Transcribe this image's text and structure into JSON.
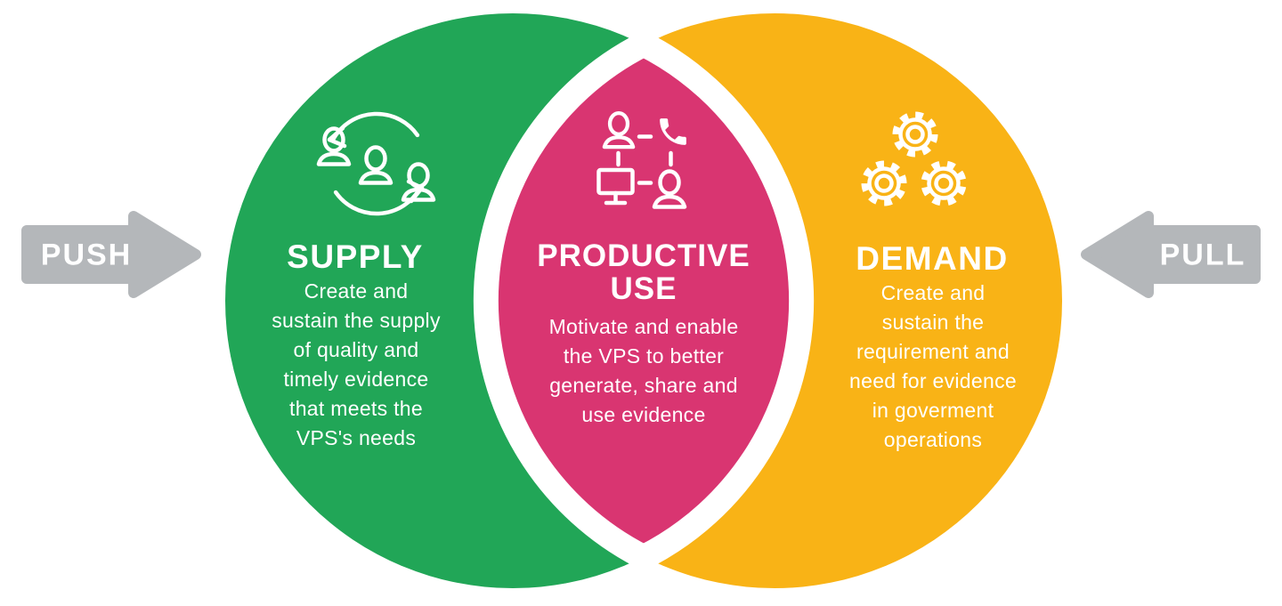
{
  "colors": {
    "supply_green": "#21a657",
    "demand_yellow": "#f9b316",
    "productive_pink": "#d93571",
    "arrow_gray": "#b4b7ba",
    "text_white": "#ffffff"
  },
  "push_label": "PUSH",
  "pull_label": "PULL",
  "supply": {
    "title": "SUPPLY",
    "icon": "people-cycle-icon",
    "lines": [
      "Create and",
      "sustain the supply",
      "of quality and",
      "timely evidence",
      "that meets the",
      "VPS's needs"
    ]
  },
  "productive_use": {
    "title_line1": "PRODUCTIVE",
    "title_line2": "USE",
    "icon": "people-devices-network-icon",
    "lines": [
      "Motivate and enable",
      "the VPS to better",
      "generate, share and",
      "use evidence"
    ]
  },
  "demand": {
    "title": "DEMAND",
    "icon": "gears-icon",
    "lines": [
      "Create and",
      "sustain the",
      "requirement and",
      "need for evidence",
      "in goverment",
      "operations"
    ]
  }
}
